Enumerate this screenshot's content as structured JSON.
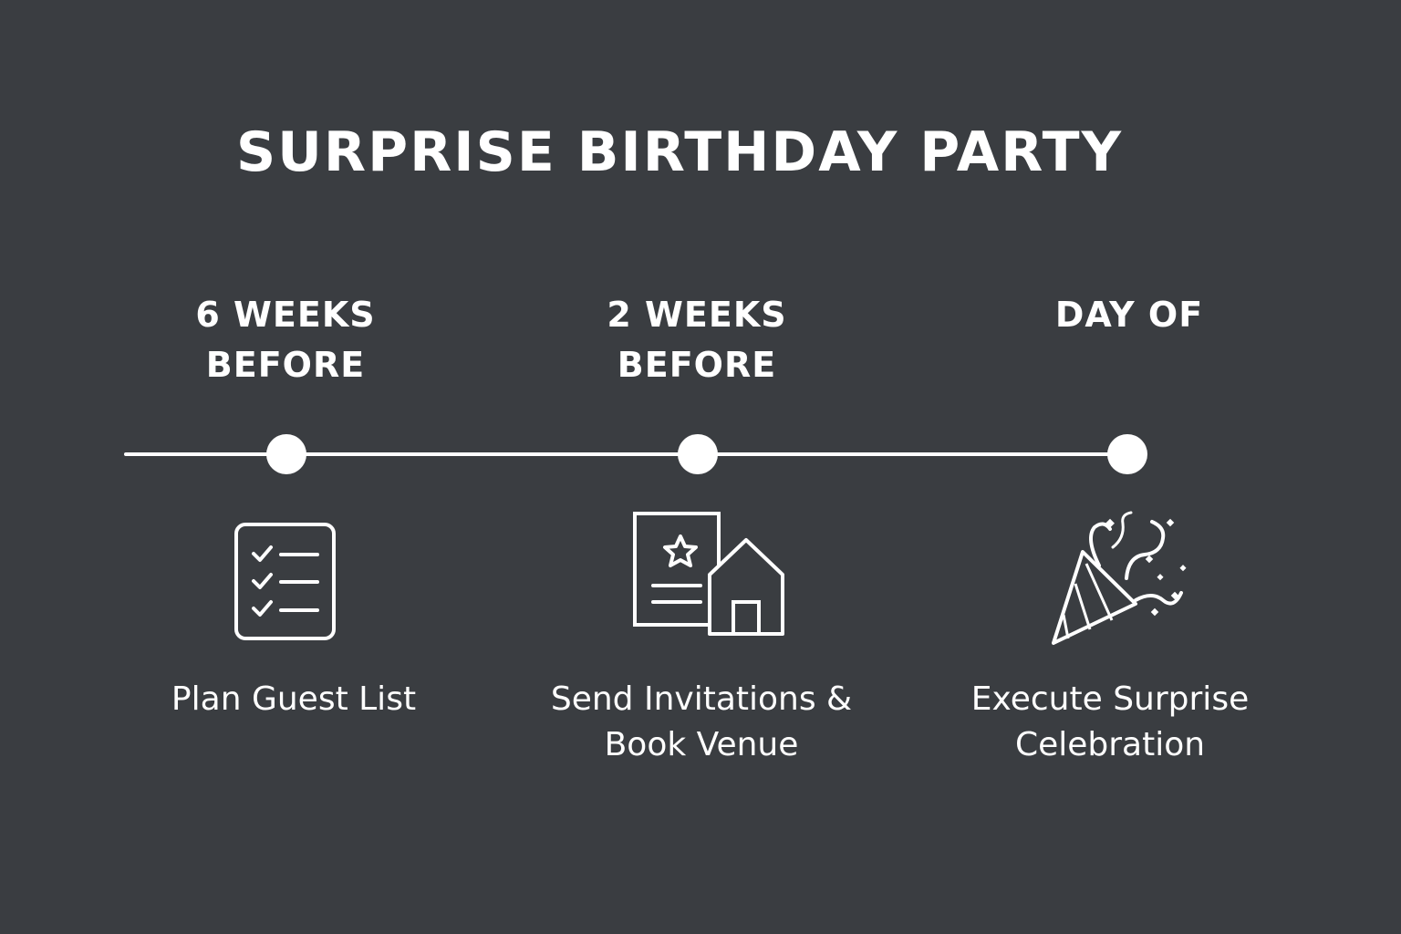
{
  "title": "SURPRISE BIRTHDAY PARTY",
  "colors": {
    "background": "#3a3d41",
    "foreground": "#ffffff"
  },
  "milestones": [
    {
      "time_line1": "6 WEEKS",
      "time_line2": "BEFORE",
      "task_line1": "Plan Guest List",
      "task_line2": "",
      "icon": "checklist-icon"
    },
    {
      "time_line1": "2 WEEKS",
      "time_line2": "BEFORE",
      "task_line1": "Send Invitations &",
      "task_line2": "Book Venue",
      "icon": "invitation-venue-icon"
    },
    {
      "time_line1": "DAY OF",
      "time_line2": "",
      "task_line1": "Execute Surprise",
      "task_line2": "Celebration",
      "icon": "party-popper-icon"
    }
  ]
}
